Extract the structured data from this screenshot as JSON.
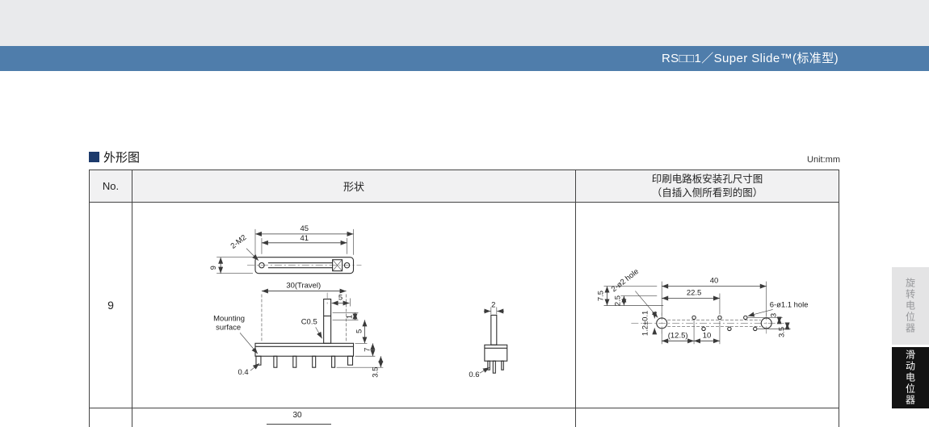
{
  "header": {
    "title": "RS□□1／Super Slide™(标准型)"
  },
  "section": {
    "title": "外形图",
    "unit": "Unit:mm"
  },
  "table": {
    "headers": {
      "no": "No.",
      "shape": "形状",
      "pcb_line1": "印刷电路板安装孔尺寸图",
      "pcb_line2": "（自插入侧所看到的图）"
    },
    "row": {
      "no": "9"
    },
    "next_row_dim": "30"
  },
  "shape": {
    "dim_45": "45",
    "dim_41": "41",
    "dim_9": "9",
    "screw_label": "2-M2",
    "travel": "30(Travel)",
    "dim_5_top": "5",
    "chamfer": "C0.5",
    "dim_1": "1",
    "dim_5_side": "5",
    "dim_7": "7",
    "dim_3_5": "3.5",
    "mounting_line1": "Mounting",
    "mounting_line2": "surface",
    "dim_0_4": "0.4",
    "dim_2": "2",
    "dim_0_6": "0.6"
  },
  "pcb": {
    "label_2mm_hole": "2-ø2 hole",
    "dim_40": "40",
    "dim_22_5": "22.5",
    "dim_7_5": "7.5",
    "dim_2_5": "2.5",
    "slot_width": "1.2±0.1",
    "dim_3": "3",
    "dim_3_5": "3.5",
    "dim_12_5": "(12.5)",
    "dim_10": "10",
    "label_small_hole": "6-ø1.1 hole"
  },
  "side_tabs": {
    "rotary": "旋转电位器",
    "slide": "滑动电位器"
  }
}
